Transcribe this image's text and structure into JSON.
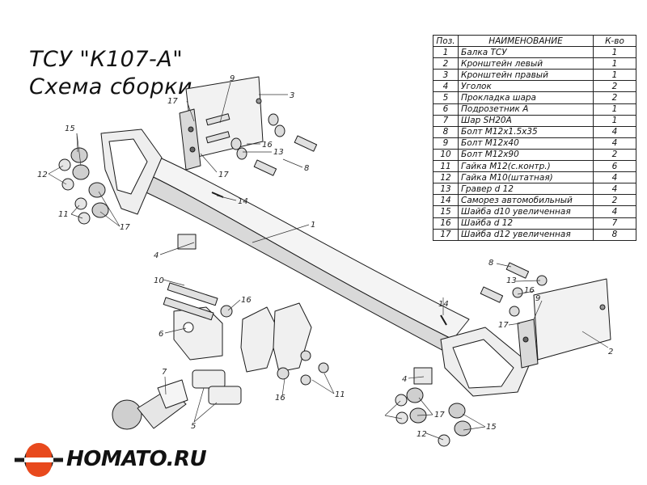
{
  "title": {
    "line1": "ТСУ \"К107-А\"",
    "line2": "Схема сборки"
  },
  "table": {
    "headers": {
      "pos": "Поз.",
      "name": "НАИМЕНОВАНИЕ",
      "qty": "К-во"
    },
    "rows": [
      {
        "pos": "1",
        "name": "Балка ТСУ",
        "qty": "1"
      },
      {
        "pos": "2",
        "name": "Кронштейн левый",
        "qty": "1"
      },
      {
        "pos": "3",
        "name": "Кронштейн правый",
        "qty": "1"
      },
      {
        "pos": "4",
        "name": "Уголок",
        "qty": "2"
      },
      {
        "pos": "5",
        "name": "Прокладка шара",
        "qty": "2"
      },
      {
        "pos": "6",
        "name": "Подрозетник А",
        "qty": "1"
      },
      {
        "pos": "7",
        "name": "Шар SH20A",
        "qty": "1"
      },
      {
        "pos": "8",
        "name": "Болт М12х1.5х35",
        "qty": "4"
      },
      {
        "pos": "9",
        "name": "Болт М12х40",
        "qty": "4"
      },
      {
        "pos": "10",
        "name": "Болт М12х90",
        "qty": "2"
      },
      {
        "pos": "11",
        "name": "Гайка М12(с.контр.)",
        "qty": "6"
      },
      {
        "pos": "12",
        "name": "Гайка М10(штатная)",
        "qty": "4"
      },
      {
        "pos": "13",
        "name": "Гравер d 12",
        "qty": "4"
      },
      {
        "pos": "14",
        "name": "Саморез автомобильный",
        "qty": "2"
      },
      {
        "pos": "15",
        "name": "Шайба d10 увеличенная",
        "qty": "4"
      },
      {
        "pos": "16",
        "name": "Шайба d 12",
        "qty": "7"
      },
      {
        "pos": "17",
        "name": "Шайба d12 увеличенная",
        "qty": "8"
      }
    ]
  },
  "callouts": {
    "c1": "1",
    "c2": "2",
    "c3": "3",
    "c4a": "4",
    "c4b": "4",
    "c5": "5",
    "c6": "6",
    "c7": "7",
    "c8a": "8",
    "c8b": "8",
    "c9a": "9",
    "c9b": "9",
    "c10": "10",
    "c11a": "11",
    "c11b": "11",
    "c12a": "12",
    "c12b": "12",
    "c13a": "13",
    "c13b": "13",
    "c14a": "14",
    "c14b": "14",
    "c15a": "15",
    "c15b": "15",
    "c16a": "16",
    "c16b": "16",
    "c16c": "16",
    "c16d": "16",
    "c17a": "17",
    "c17b": "17",
    "c17c": "17",
    "c17d": "17",
    "c17e": "17"
  },
  "logo": {
    "text": "HOMATO.RU",
    "accent_color": "#e8491d",
    "dark_color": "#1a1a1a"
  }
}
